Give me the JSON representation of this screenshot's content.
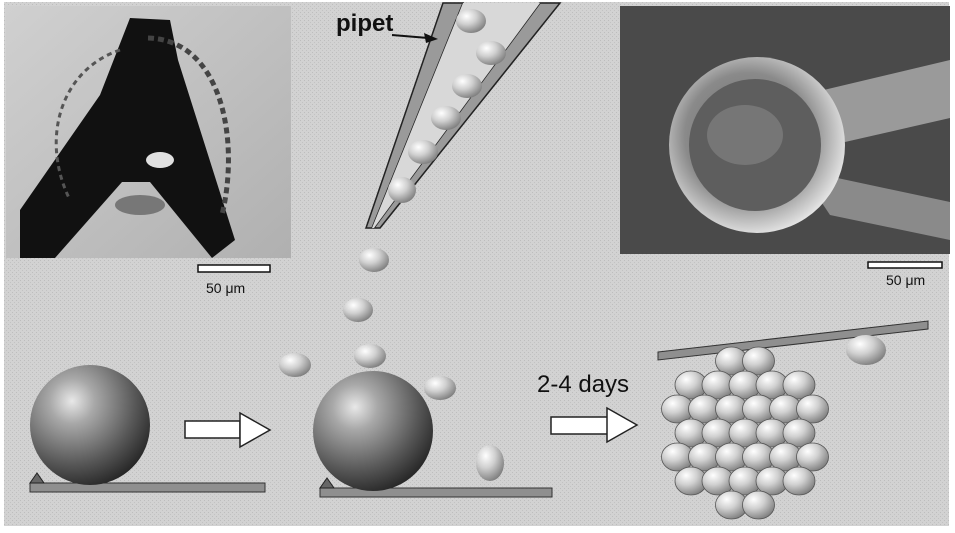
{
  "labels": {
    "pipet": "pipet",
    "scale_left": "50 μm",
    "scale_right": "50 μm",
    "duration": "2-4 days"
  },
  "colors": {
    "panel_bg": "#cfcfcf",
    "micro_bg": "#c4c4c4",
    "sem_bg": "#4a4a4a",
    "bead": "#7f7f7f",
    "cell": "#c8c8c8",
    "slide": "#8f8f8f",
    "arrow_fill": "#ffffff",
    "ink": "#111111"
  },
  "icons": {
    "transfer_arrow": "right-arrow-icon",
    "pointer": "pointer-arrow-icon"
  }
}
